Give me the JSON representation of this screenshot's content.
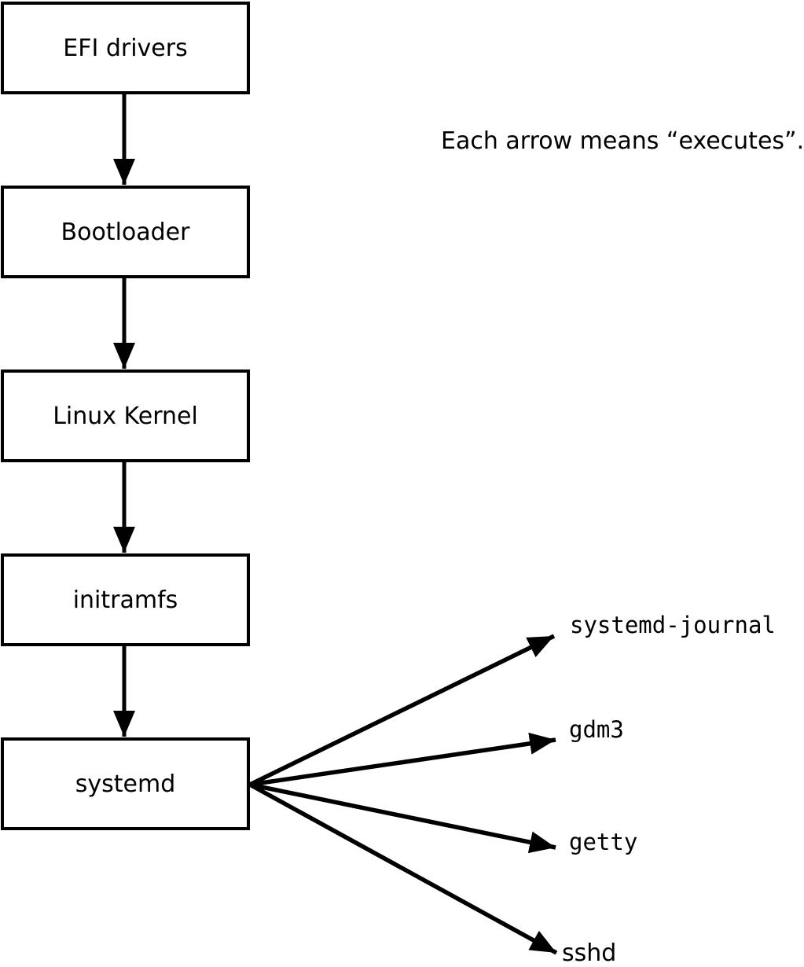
{
  "diagram": {
    "note": "Each arrow means “executes”.",
    "chain": [
      {
        "id": "efi-drivers",
        "label": "EFI drivers"
      },
      {
        "id": "bootloader",
        "label": "Bootloader"
      },
      {
        "id": "linux-kernel",
        "label": "Linux Kernel"
      },
      {
        "id": "initramfs",
        "label": "initramfs"
      },
      {
        "id": "systemd",
        "label": "systemd"
      }
    ],
    "spawned": [
      {
        "id": "systemd-journal",
        "label": "systemd-journal"
      },
      {
        "id": "gdm3",
        "label": "gdm3"
      },
      {
        "id": "getty",
        "label": "getty"
      },
      {
        "id": "sshd",
        "label": "sshd"
      }
    ],
    "edges": [
      {
        "from": "efi-drivers",
        "to": "bootloader",
        "meaning": "executes"
      },
      {
        "from": "bootloader",
        "to": "linux-kernel",
        "meaning": "executes"
      },
      {
        "from": "linux-kernel",
        "to": "initramfs",
        "meaning": "executes"
      },
      {
        "from": "initramfs",
        "to": "systemd",
        "meaning": "executes"
      },
      {
        "from": "systemd",
        "to": "systemd-journal",
        "meaning": "executes"
      },
      {
        "from": "systemd",
        "to": "gdm3",
        "meaning": "executes"
      },
      {
        "from": "systemd",
        "to": "getty",
        "meaning": "executes"
      },
      {
        "from": "systemd",
        "to": "sshd",
        "meaning": "executes"
      }
    ],
    "colors": {
      "ink": "#000000",
      "background": "#ffffff",
      "box_fill": "#ffffff"
    }
  }
}
